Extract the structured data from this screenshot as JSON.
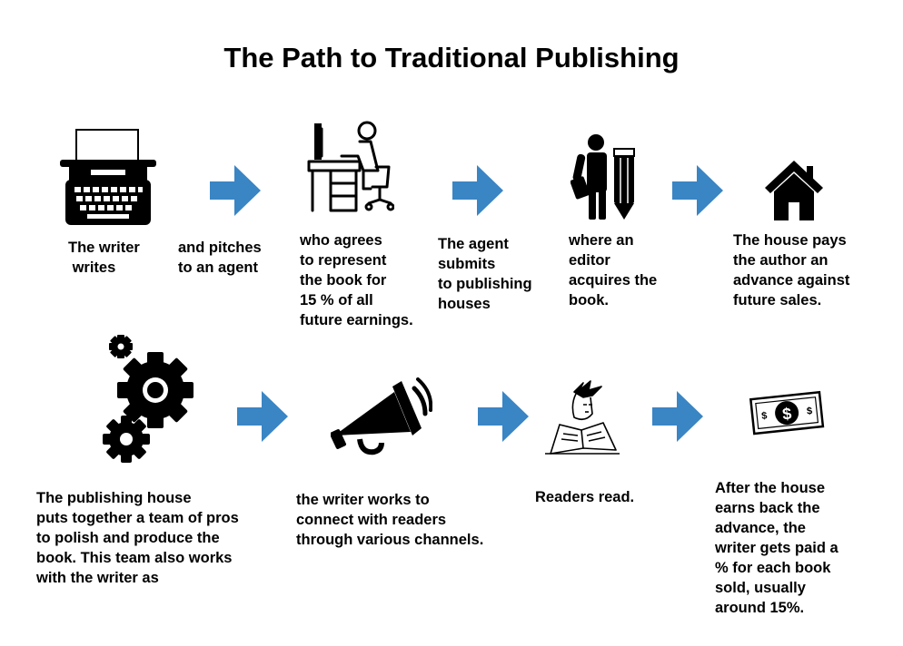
{
  "title": "The Path to Traditional Publishing",
  "colors": {
    "arrow": "#3a85c4",
    "icon": "#000000"
  },
  "row1": [
    {
      "icon": "typewriter-icon",
      "caption": "The writer\n writes"
    },
    {
      "icon": "none",
      "caption": "and pitches\nto an agent"
    },
    {
      "icon": "agent-desk-icon",
      "caption": "who agrees\nto represent\nthe book for\n15 % of all\nfuture earnings."
    },
    {
      "icon": "none",
      "caption": "The agent\nsubmits\nto publishing\nhouses"
    },
    {
      "icon": "editor-pencil-icon",
      "caption": "where an\neditor\nacquires the\nbook."
    },
    {
      "icon": "house-icon",
      "caption": "The house pays\nthe author an\nadvance against\nfuture sales."
    }
  ],
  "row2": [
    {
      "icon": "gears-icon",
      "caption": "The publishing house\nputs together a team of pros\nto polish and produce the\nbook. This team also works\nwith the writer as"
    },
    {
      "icon": "megaphone-icon",
      "caption": "the writer works to\nconnect with readers\nthrough various channels."
    },
    {
      "icon": "reader-icon",
      "caption": "Readers read."
    },
    {
      "icon": "dollar-bill-icon",
      "caption": "After the house\nearns back the\nadvance, the\nwriter gets paid a\n% for each book\nsold, usually\naround 15%."
    }
  ]
}
